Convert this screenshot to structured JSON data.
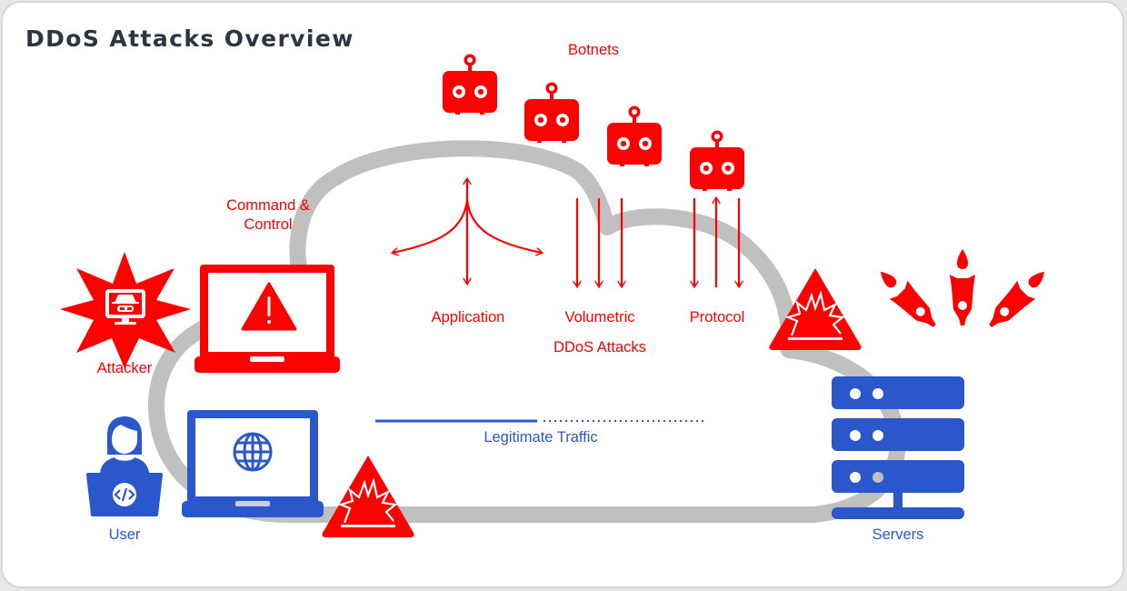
{
  "title": "DDoS Attacks Overview",
  "colors": {
    "attack": "#ff0000",
    "legitimate": "#2b57cc",
    "cloud": "#c0c0c0",
    "title": "#2c3540"
  },
  "labels": {
    "botnets": "Botnets",
    "command_control_line1": "Command &",
    "command_control_line2": "Control",
    "attacker": "Attacker",
    "application": "Application",
    "volumetric": "Volumetric",
    "protocol": "Protocol",
    "ddos_attacks": "DDoS Attacks",
    "legitimate_traffic": "Legitimate Traffic",
    "user": "User",
    "servers": "Servers"
  },
  "icons": {
    "bots": [
      "robot-icon",
      "robot-icon",
      "robot-icon",
      "robot-icon"
    ],
    "attacker": "hacker-monitor-starburst-icon",
    "command_control": "laptop-warning-icon",
    "user": "user-coding-laptop-icon",
    "user_device": "laptop-globe-icon",
    "explosion_warnings": [
      "explosion-warning-icon",
      "explosion-warning-icon"
    ],
    "missiles": [
      "missile-icon",
      "missile-icon",
      "missile-icon"
    ],
    "servers": "server-rack-icon"
  }
}
